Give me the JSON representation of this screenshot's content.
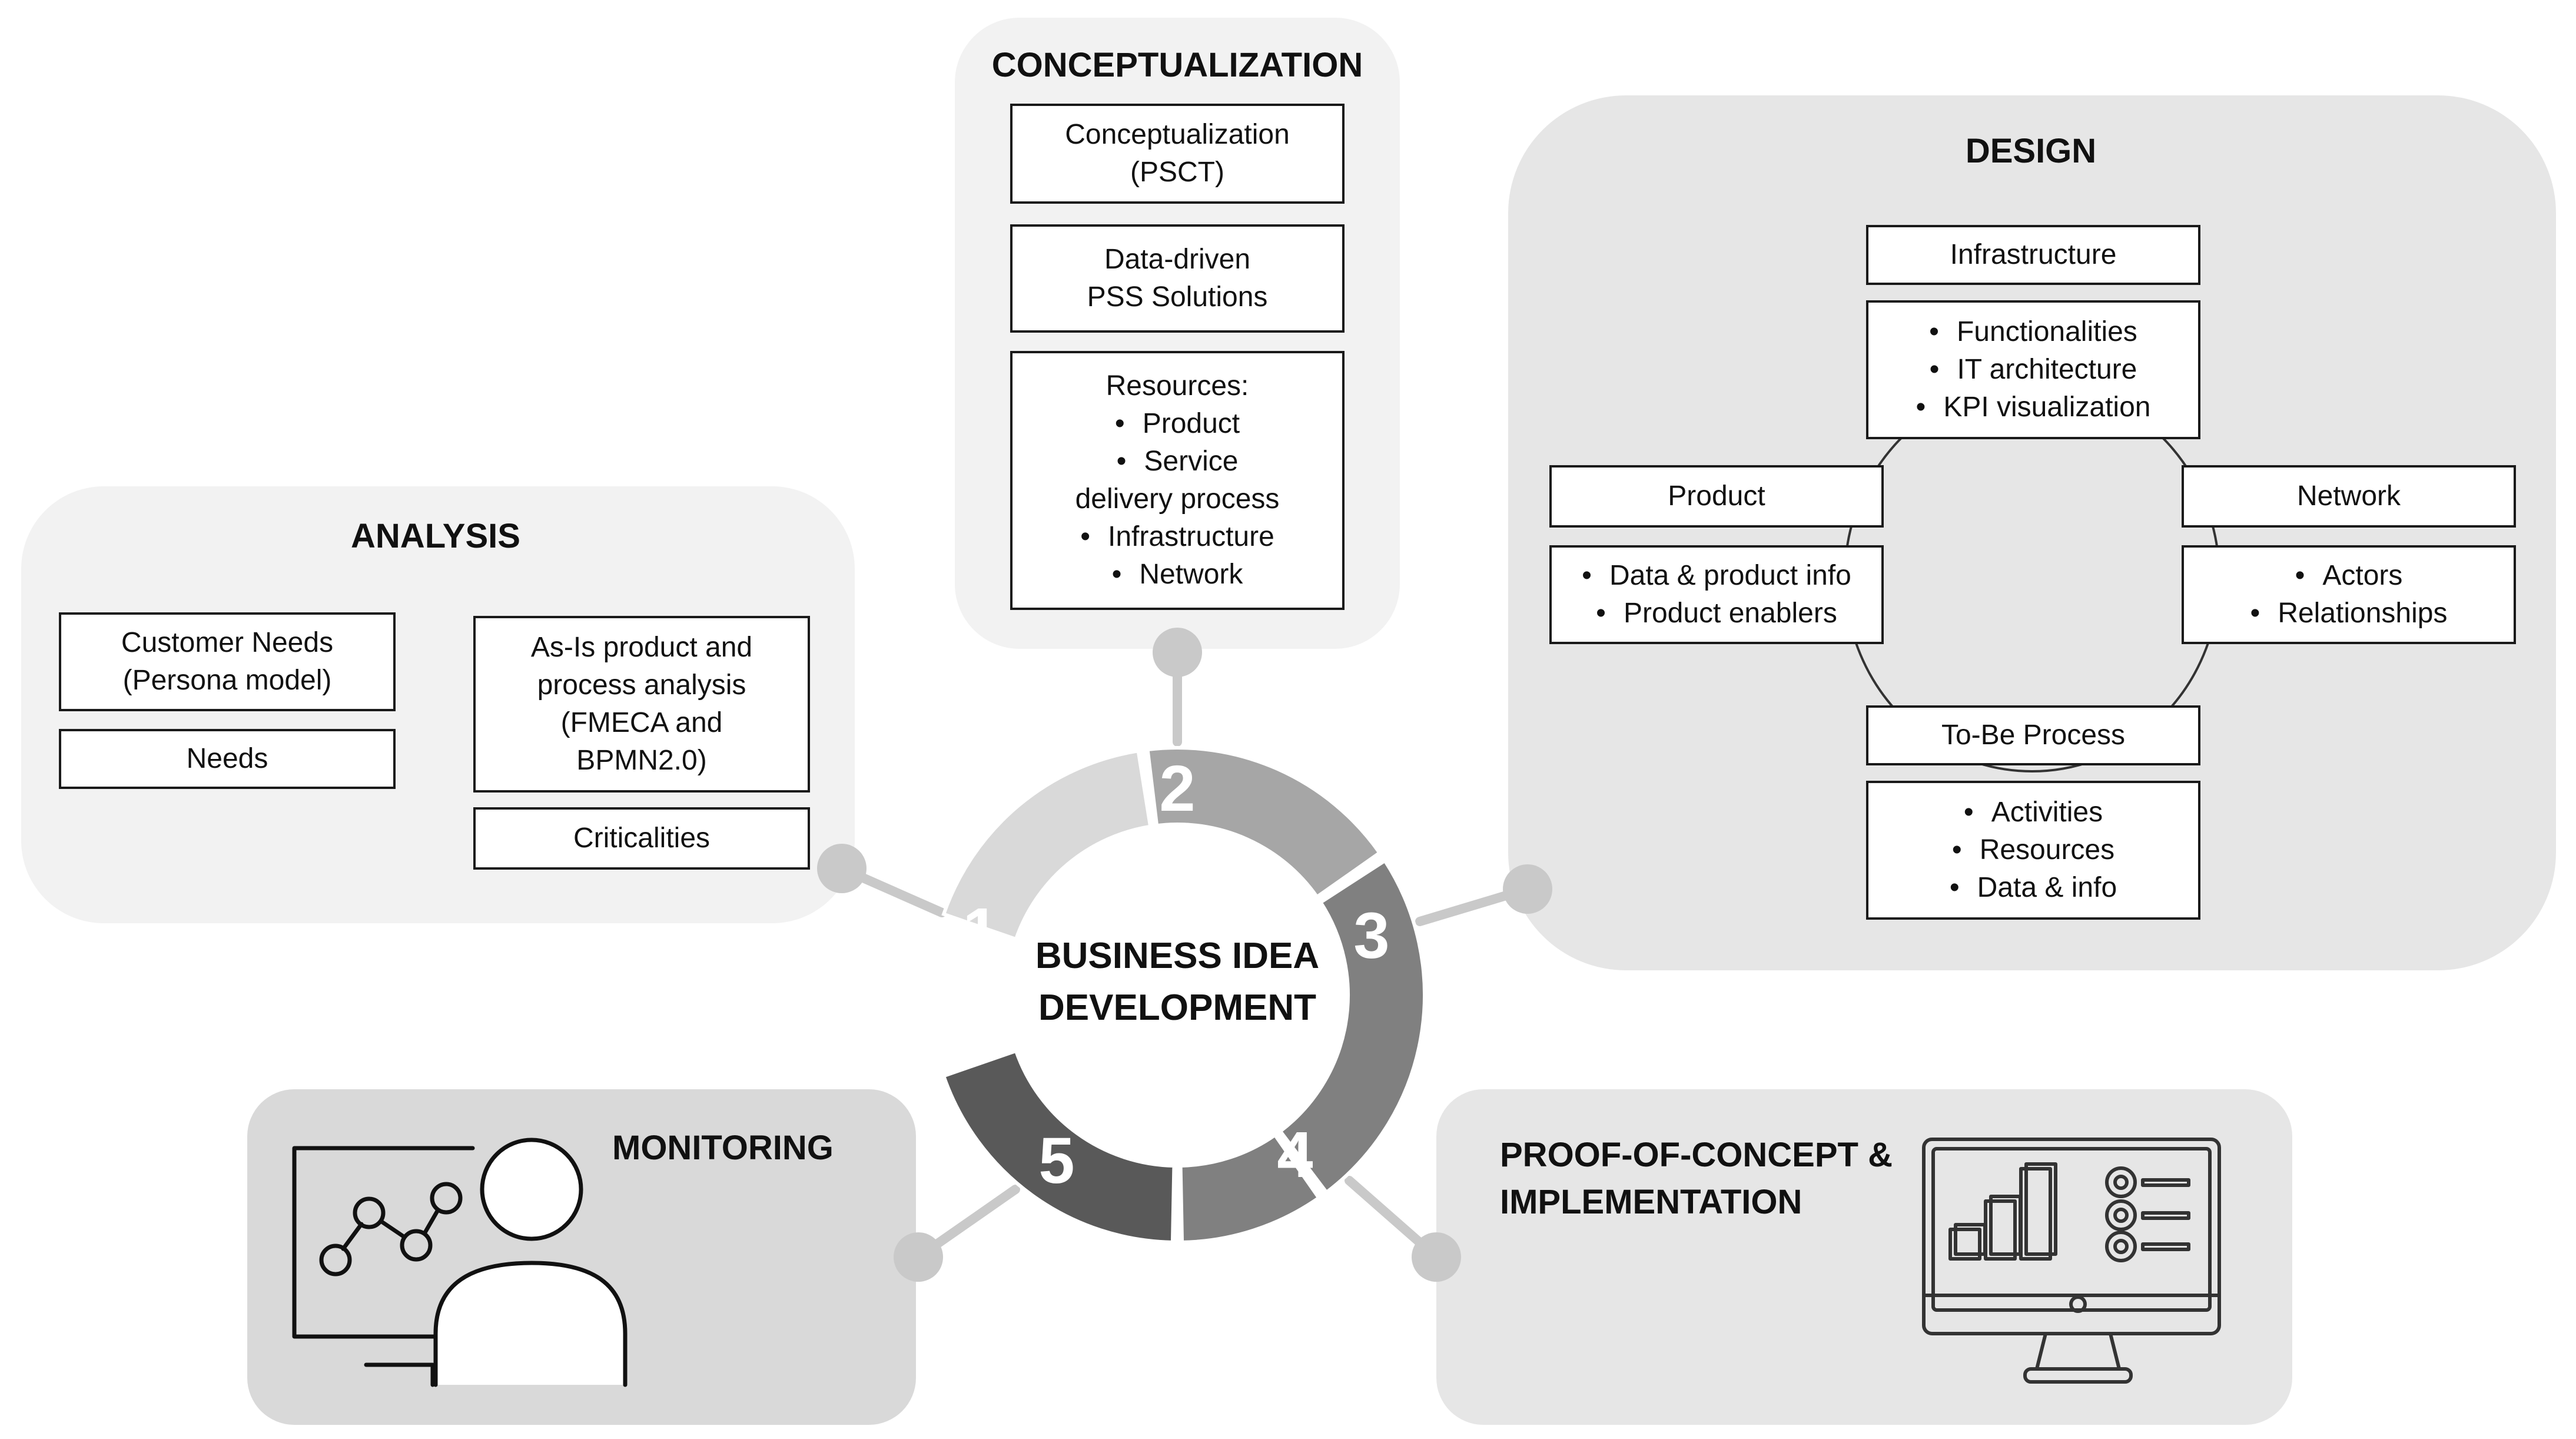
{
  "center": {
    "title": "BUSINESS IDEA DEVELOPMENT"
  },
  "stages": [
    {
      "number": "1",
      "title": "ANALYSIS"
    },
    {
      "number": "2",
      "title": "CONCEPTUALIZATION"
    },
    {
      "number": "3",
      "title": "DESIGN"
    },
    {
      "number": "4",
      "title": "PROOF-OF-CONCEPT & IMPLEMENTATION"
    },
    {
      "number": "5",
      "title": "MONITORING"
    }
  ],
  "analysis": {
    "customer_needs": "Customer Needs (Persona model)",
    "needs": "Needs",
    "asis": "As-Is product and process analysis (FMECA and BPMN2.0)",
    "criticalities": "Criticalities"
  },
  "conceptualization": {
    "psct": "Conceptualization (PSCT)",
    "pss": "Data-driven PSS Solutions",
    "resources_label": "Resources:",
    "resources": [
      "Product",
      "Service delivery process",
      "Infrastructure",
      "Network"
    ]
  },
  "design": {
    "infrastructure": "Infrastructure",
    "infrastructure_items": [
      "Functionalities",
      "IT architecture",
      "KPI visualization"
    ],
    "product": "Product",
    "product_items": [
      "Data & product info",
      "Product enablers"
    ],
    "network": "Network",
    "network_items": [
      "Actors",
      "Relationships"
    ],
    "tobe": "To-Be Process",
    "tobe_items": [
      "Activities",
      "Resources",
      "Data & info"
    ]
  },
  "icons": {
    "monitoring": "person-presenting-chart-icon",
    "poc": "computer-monitor-dashboard-icon"
  },
  "colors": {
    "panel_light": "#f2f2f2",
    "panel_mid": "#e4e4e4",
    "panel_dark": "#d9d9d9",
    "seg1": "#d9d9d9",
    "seg2": "#a6a6a6",
    "seg3": "#808080",
    "seg4": "#808080",
    "seg5": "#595959",
    "connector": "#c9c9c9"
  }
}
